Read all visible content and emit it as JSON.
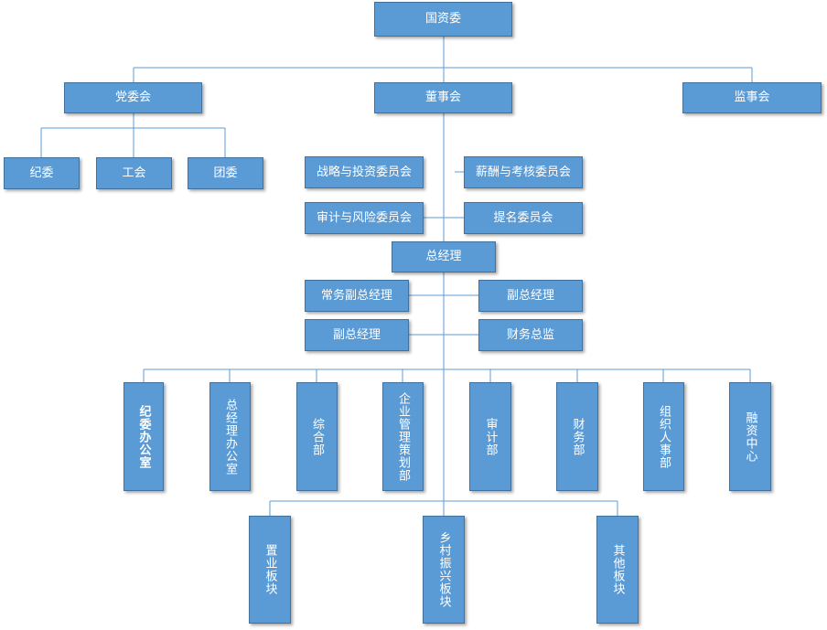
{
  "root": "国资委",
  "level1": {
    "party": "党委会",
    "board": "董事会",
    "supervisory": "监事会"
  },
  "party_children": [
    "纪委",
    "工会",
    "团委"
  ],
  "board_committees": [
    "战略与投资委员会",
    "薪酬与考核委员会",
    "审计与风险委员会",
    "提名委员会"
  ],
  "general_manager": "总经理",
  "deputies": [
    "常务副总经理",
    "副总经理",
    "副总经理",
    "财务总监"
  ],
  "departments": [
    "纪委办公室",
    "总经理办公室",
    "综合部",
    "企业管理策划部",
    "审计部",
    "财务部",
    "组织人事部",
    "融资中心"
  ],
  "business_segments": [
    "置业板块",
    "乡村振兴板块",
    "其他板块"
  ]
}
